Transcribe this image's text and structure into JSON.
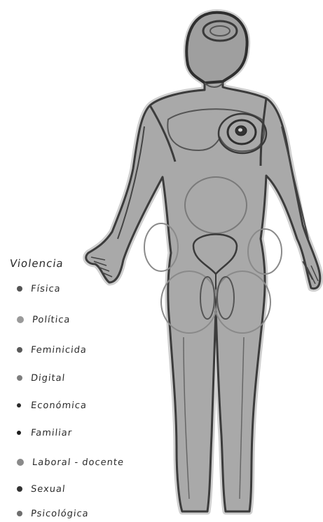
{
  "legend": {
    "title": "Violencia",
    "items": [
      {
        "label": "Física",
        "color": "#555555",
        "icon": "dot-icon"
      },
      {
        "label": "Política",
        "color": "#9a9a9a",
        "icon": "dot-icon"
      },
      {
        "label": "Feminicida",
        "color": "#5a5a5a",
        "icon": "dot-icon"
      },
      {
        "label": "Digital",
        "color": "#7e7e7e",
        "icon": "dot-icon"
      },
      {
        "label": "Económica",
        "color": "#2a2a2a",
        "icon": "dot-icon"
      },
      {
        "label": "Familiar",
        "color": "#1e1e1e",
        "icon": "dot-icon"
      },
      {
        "label": "Laboral - docente",
        "color": "#8a8a8a",
        "icon": "dot-icon"
      },
      {
        "label": "Sexual",
        "color": "#333333",
        "icon": "dot-icon"
      },
      {
        "label": "Psicológica",
        "color": "#6e6e6e",
        "icon": "dot-icon"
      }
    ]
  },
  "figure": {
    "subject": "female-body-outline-front",
    "fill_color": "#a8a8a8",
    "outline_color": "#3c3c3c"
  }
}
